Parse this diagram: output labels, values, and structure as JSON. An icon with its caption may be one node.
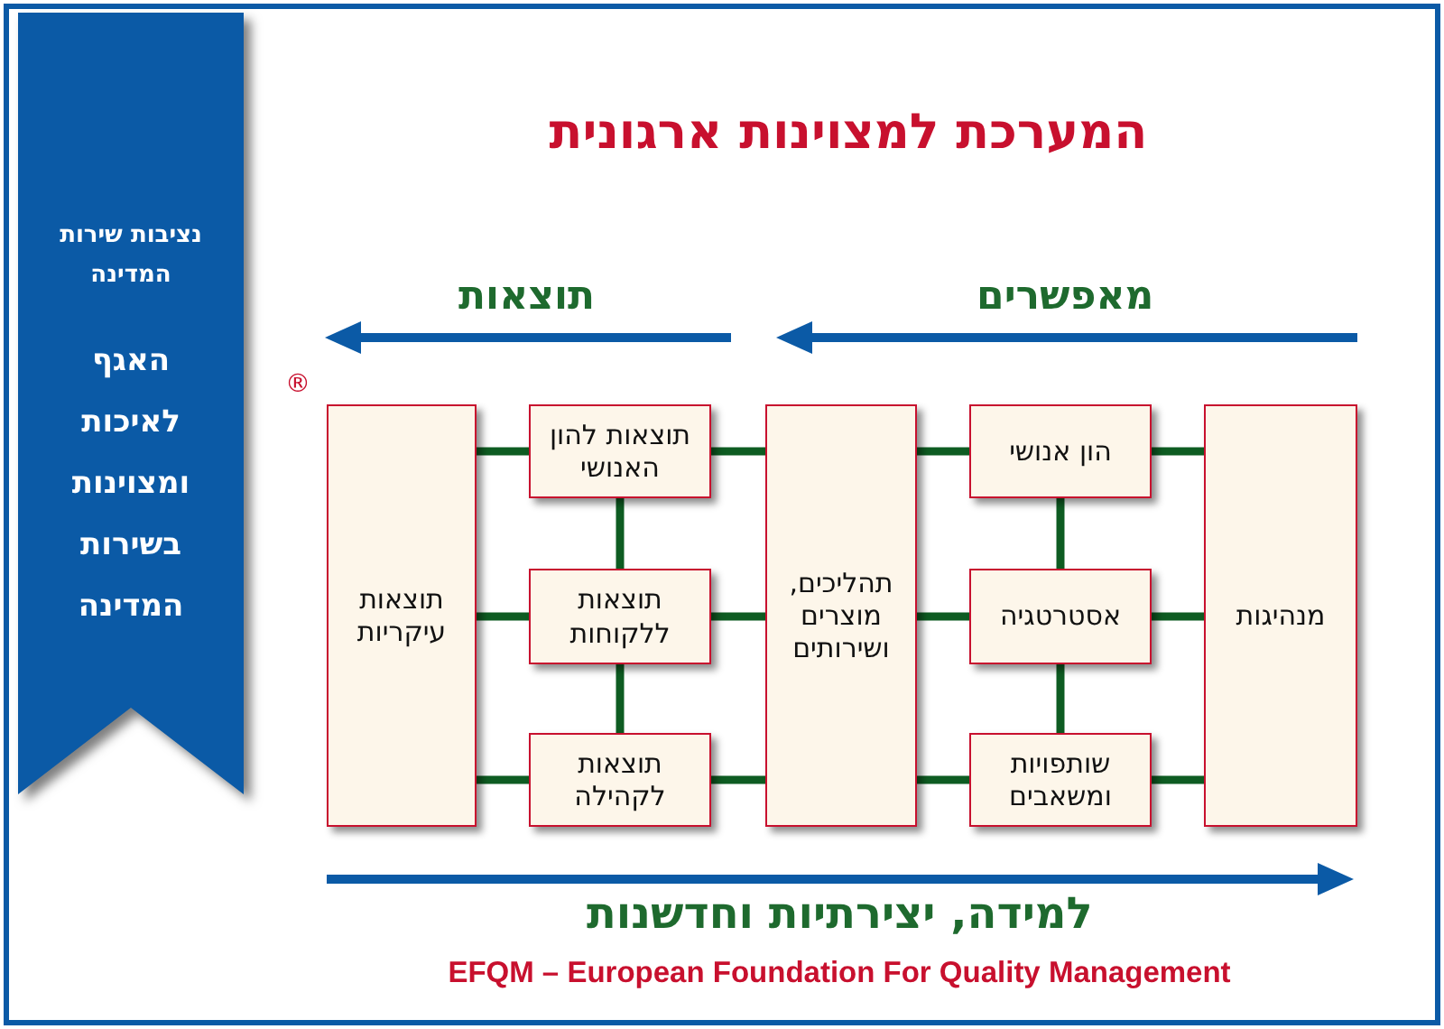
{
  "diagram": {
    "title": "המערכת למצוינות ארגונית",
    "caption": "EFQM – European Foundation For Quality Management",
    "nodes": [
      {
        "text": [
          "מנהיגות"
        ]
      },
      {
        "text": [
          "הון אנושי"
        ]
      },
      {
        "text": [
          "אסטרטגיה"
        ]
      },
      {
        "text": [
          "שותפויות ומשאבים"
        ]
      },
      {
        "text": [
          "תהליכים, מוצרים ושירותים"
        ]
      },
      {
        "text": [
          "תוצאות להון האנושי"
        ]
      },
      {
        "text": [
          "תוצאות ללקוחות"
        ]
      },
      {
        "text": [
          "תוצאות לקהילה"
        ]
      },
      {
        "text": [
          "תוצאות עיקריות"
        ]
      },
      {
        "text": [
          "נציבות שירות המדינה",
          "האגף לאיכות ומצוינות בשירות המדינה"
        ]
      }
    ],
    "edges": [
      {
        "from": 0,
        "to": 1,
        "arrow": "none"
      },
      {
        "from": 0,
        "to": 2,
        "arrow": "none"
      },
      {
        "from": 0,
        "to": 3,
        "arrow": "none"
      },
      {
        "from": 1,
        "to": 2,
        "arrow": "none"
      },
      {
        "from": 2,
        "to": 3,
        "arrow": "none"
      },
      {
        "from": 1,
        "to": 4,
        "arrow": "none"
      },
      {
        "from": 2,
        "to": 4,
        "arrow": "none"
      },
      {
        "from": 3,
        "to": 4,
        "arrow": "none"
      },
      {
        "from": 4,
        "to": 5,
        "arrow": "none"
      },
      {
        "from": 4,
        "to": 6,
        "arrow": "none"
      },
      {
        "from": 4,
        "to": 7,
        "arrow": "none"
      },
      {
        "from": 5,
        "to": 6,
        "arrow": "none"
      },
      {
        "from": 6,
        "to": 7,
        "arrow": "none"
      },
      {
        "from": 5,
        "to": 8,
        "arrow": "none"
      },
      {
        "from": 6,
        "to": 8,
        "arrow": "none"
      },
      {
        "from": 7,
        "to": 8,
        "arrow": "none"
      }
    ],
    "labels": [
      "מאפשרים",
      "תוצאות",
      "®",
      "למידה, יצירתיות וחדשנות"
    ]
  }
}
